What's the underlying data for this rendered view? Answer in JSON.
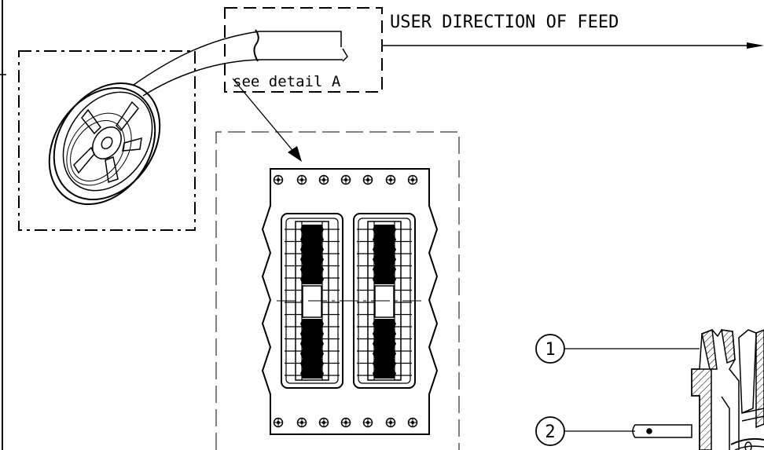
{
  "labels": {
    "feed_direction": "USER DIRECTION OF FEED",
    "detail_ref": "see detail A"
  },
  "callouts": [
    {
      "number": "1"
    },
    {
      "number": "2"
    }
  ],
  "colors": {
    "line": "#000000",
    "background": "#ffffff"
  }
}
